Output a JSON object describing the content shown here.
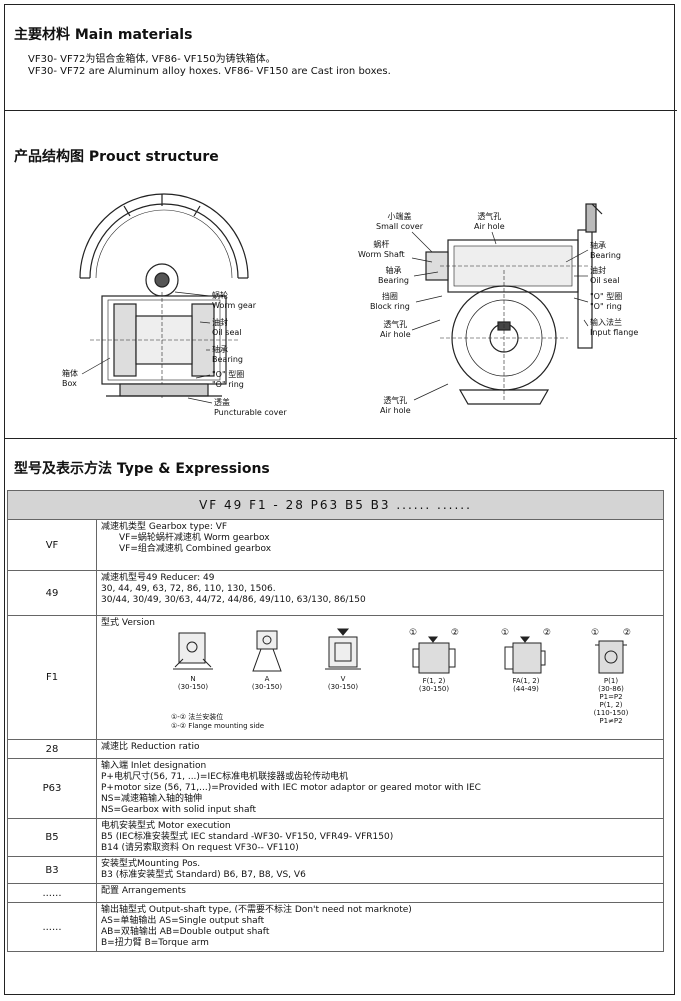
{
  "materials": {
    "title": "主要材料 Main materials",
    "line_cn": "VF30-     VF72为铝合金箱体,        VF86-     VF150为铸铁箱体。",
    "line_en": "VF30-     VF72 are Aluminum alloy hoxes.      VF86-     VF150 are Cast iron boxes."
  },
  "structure": {
    "title": "产品结构图 Prouct structure",
    "left_labels": {
      "worm_gear": [
        "蜗轮",
        "Worm gear"
      ],
      "oil_seal": [
        "油封",
        "Oil seal"
      ],
      "bearing": [
        "轴承",
        "Bearing"
      ],
      "o_ring": [
        "\"O\" 型圈",
        "\"O\" ring"
      ],
      "box": [
        "箱体",
        "Box"
      ],
      "cover": [
        "透盖",
        "Puncturable cover"
      ]
    },
    "right_labels": {
      "small_cover": [
        "小端盖",
        "Small cover"
      ],
      "air_hole_top": [
        "透气孔",
        "Air hole"
      ],
      "worm_shaft": [
        "蜗杆",
        "Worm Shaft"
      ],
      "bearing_l": [
        "轴承",
        "Bearing"
      ],
      "block_ring": [
        "挡圈",
        "Block ring"
      ],
      "air_hole_l": [
        "透气孔",
        "Air hole"
      ],
      "bearing_r": [
        "轴承",
        "Bearing"
      ],
      "oil_seal_r": [
        "油封",
        "Oil seal"
      ],
      "o_ring_r": [
        "\"O\" 型圈",
        "\"O\" ring"
      ],
      "input_flange": [
        "输入法兰",
        "Input flange"
      ],
      "air_hole_bottom": [
        "透气孔",
        "Air hole"
      ]
    }
  },
  "type": {
    "title": "型号及表示方法 Type & Expressions",
    "header": "VF  49   F1 - 28  P63  B5  B3  ......  ......",
    "rows": {
      "vf": {
        "code": "VF",
        "lines": [
          "减速机类型 Gearbox type:        VF",
          "VF=蜗轮蜗杆减速机 Worm gearbox",
          "VF=组合减速机 Combined gearbox"
        ]
      },
      "r49": {
        "code": "49",
        "lines": [
          "减速机型号49 Reducer: 49",
          "30, 44, 49, 63, 72, 86, 110, 130, 1506.",
          "30/44,  30/49,  30/63, 44/72, 44/86, 49/110, 63/130, 86/150"
        ]
      },
      "f1": {
        "code": "F1",
        "title": "型式 Version",
        "versions": [
          {
            "name": "N",
            "range": "(30-150)"
          },
          {
            "name": "A",
            "range": "(30-150)"
          },
          {
            "name": "V",
            "range": "(30-150)"
          },
          {
            "name": "F(1, 2)",
            "range": "(30-150)"
          },
          {
            "name": "FA(1, 2)",
            "range": "(44-49)"
          },
          {
            "name": "P(1)",
            "range": "(30-86)",
            "extra": [
              "P1=P2",
              "P(1, 2)",
              "(110-150)",
              "P1≠P2"
            ]
          }
        ],
        "side_marks": [
          "①",
          "②"
        ],
        "note_cn": "①-② 法兰安装位",
        "note_en": "①-② Flange mounting side"
      },
      "r28": {
        "code": "28",
        "lines": [
          "减速比 Reduction ratio"
        ]
      },
      "p63": {
        "code": "P63",
        "lines": [
          "输入端 Inlet designation",
          "P+电机尺寸(56, 71, ...)=IEC标准电机联接器或齿轮传动电机",
          "P+motor size (56, 71,...)=Provided with IEC motor adaptor or geared motor with IEC",
          "NS=减速箱输入轴的轴伸",
          "NS=Gearbox with solid input shaft"
        ]
      },
      "b5": {
        "code": "B5",
        "lines": [
          "电机安装型式 Motor execution",
          "B5 (IEC标准安装型式 IEC standard   -WF30-      VF150,        VFR49-      VFR150)",
          "B14 (请另索取资料 On request      VF30--      VF110)"
        ]
      },
      "b3": {
        "code": "B3",
        "lines": [
          "安装型式Mounting Pos.",
          "B3 (标准安装型式 Standard) B6, B7, B8, VS, V6"
        ]
      },
      "arr": {
        "code": "......",
        "lines": [
          "配置 Arrangements"
        ]
      },
      "out": {
        "code": "......",
        "lines": [
          "输出轴型式 Output-shaft type, (不需要不标注 Don't need not marknote)",
          "AS=单轴输出 AS=Single output shaft",
          "AB=双轴输出 AB=Double output shaft",
          "B=扭力臂 B=Torque arm"
        ]
      }
    }
  }
}
